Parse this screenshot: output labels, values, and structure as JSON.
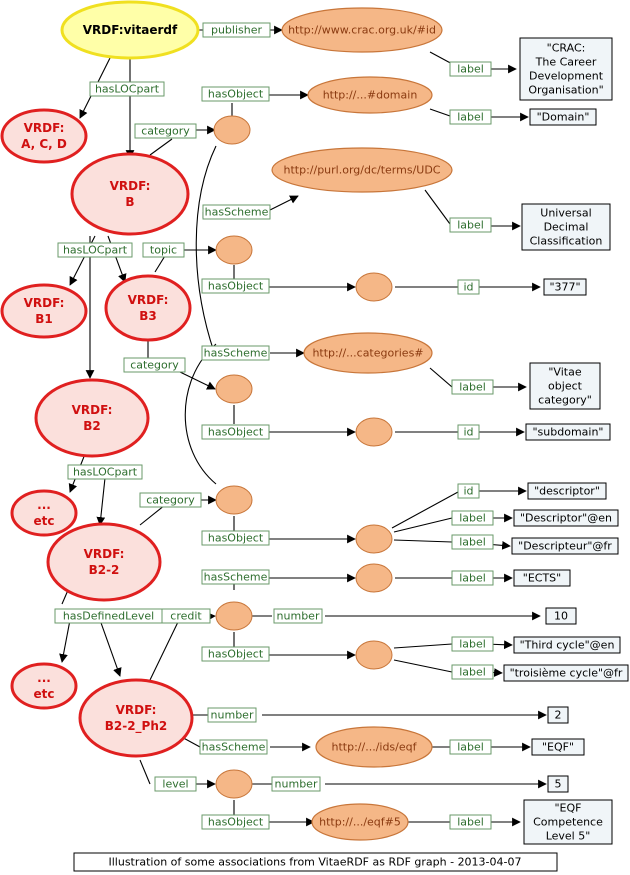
{
  "caption": "Illustration of some associations from VitaeRDF as RDF graph - 2013-04-07",
  "nodes": {
    "root": [
      "VRDF:vitaerdf"
    ],
    "acd": [
      "VRDF:",
      "A, C, D"
    ],
    "b": [
      "VRDF:",
      "B"
    ],
    "b1": [
      "VRDF:",
      "B1"
    ],
    "b3": [
      "VRDF:",
      "B3"
    ],
    "b2": [
      "VRDF:",
      "B2"
    ],
    "etc1": [
      "...",
      "etc"
    ],
    "b22": [
      "VRDF:",
      "B2-2"
    ],
    "etc2": [
      "...",
      "etc"
    ],
    "b22ph2": [
      "VRDF:",
      "B2-2_Ph2"
    ],
    "crac": [
      "http://www.crac.org.uk/#id"
    ],
    "domain": [
      "http://...#domain"
    ],
    "udc": [
      "http://purl.org/dc/terms/UDC"
    ],
    "categories": [
      "http://...categories#"
    ],
    "eqf": [
      "http://.../ids/eqf"
    ],
    "eqf5": [
      "http://.../eqf#5"
    ]
  },
  "literals": {
    "crac_label": [
      "\"CRAC:",
      "The Career",
      "Development",
      "Organisation\""
    ],
    "domain_label": [
      "\"Domain\""
    ],
    "udc_label": [
      "Universal",
      "Decimal",
      "Classification"
    ],
    "id377": [
      "\"377\""
    ],
    "vitae_cat": [
      "\"Vitae",
      "object",
      "category\""
    ],
    "subdomain": [
      "\"subdomain\""
    ],
    "descriptor": [
      "\"descriptor\""
    ],
    "descriptor_en": [
      "\"Descriptor\"@en"
    ],
    "descripteur_fr": [
      "\"Descripteur\"@fr"
    ],
    "ects": [
      "\"ECTS\""
    ],
    "ten": [
      "10"
    ],
    "third_en": [
      "\"Third cycle\"@en"
    ],
    "troisieme_fr": [
      "\"troisième cycle\"@fr"
    ],
    "two": [
      "2"
    ],
    "eqf_label": [
      "\"EQF\""
    ],
    "five": [
      "5"
    ],
    "eqf_comp": [
      "\"EQF",
      "Competence",
      "Level 5\""
    ]
  },
  "edge_labels": {
    "publisher": "publisher",
    "label_crac": "label",
    "hasLOCpart_root": "hasLOCpart",
    "hasObject_domain": "hasObject",
    "label_domain": "label",
    "category_b": "category",
    "hasScheme_udc": "hasScheme",
    "label_udc": "label",
    "hasLOCpart_b": "hasLOCpart",
    "topic_b3": "topic",
    "hasObject_topic": "hasObject",
    "id_377": "id",
    "hasScheme_cat": "hasScheme",
    "category_b2": "category",
    "label_cat": "label",
    "hasObject_cat": "hasObject",
    "id_subdomain": "id",
    "hasLOCpart_b2": "hasLOCpart",
    "category_b22": "category",
    "id_descriptor": "id",
    "label_descriptor_en": "label",
    "hasObject_desc": "hasObject",
    "label_descripteur_fr": "label",
    "hasScheme_ects": "hasScheme",
    "label_ects": "label",
    "hasDefinedLevel": "hasDefinedLevel",
    "credit": "credit",
    "number_credit": "number",
    "hasObject_credit": "hasObject",
    "label_third": "label",
    "label_troisieme": "label",
    "number_ph2": "number",
    "hasScheme_eqf": "hasScheme",
    "label_eqf": "label",
    "level": "level",
    "number_level": "number",
    "hasObject_level": "hasObject",
    "label_eqf5": "label"
  }
}
